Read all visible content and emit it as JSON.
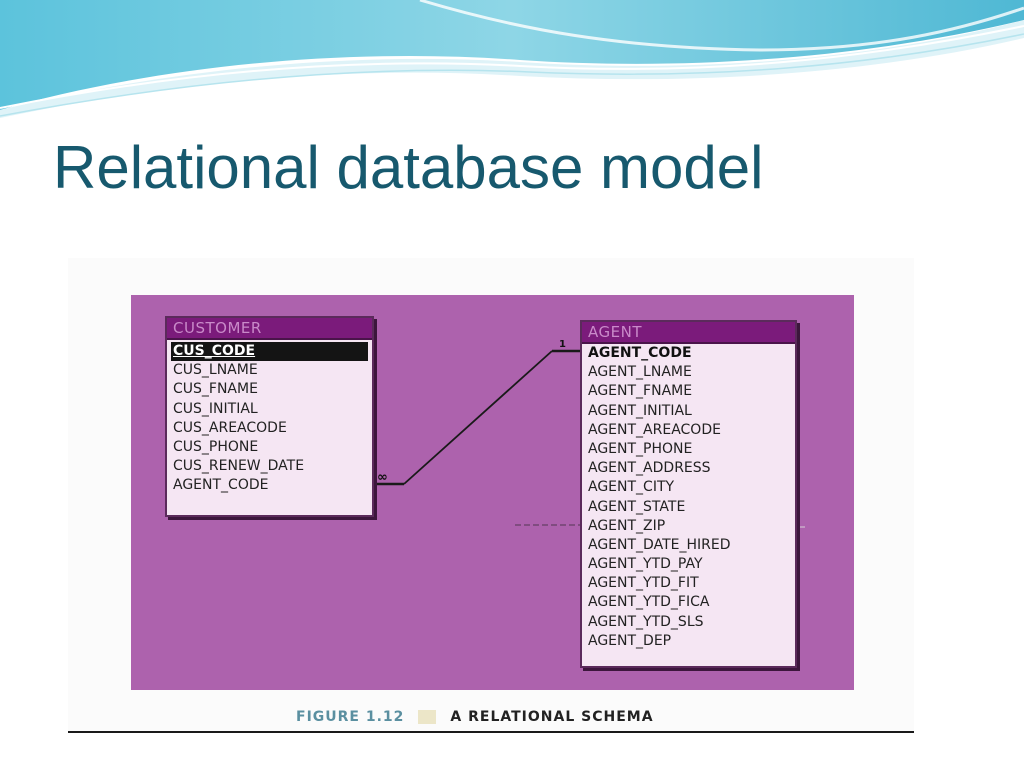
{
  "slide": {
    "title": "Relational database model"
  },
  "diagram": {
    "customer_table": {
      "name": "CUSTOMER",
      "fields": [
        "CUS_CODE",
        "CUS_LNAME",
        "CUS_FNAME",
        "CUS_INITIAL",
        "CUS_AREACODE",
        "CUS_PHONE",
        "CUS_RENEW_DATE",
        "AGENT_CODE"
      ]
    },
    "agent_table": {
      "name": "AGENT",
      "fields": [
        "AGENT_CODE",
        "AGENT_LNAME",
        "AGENT_FNAME",
        "AGENT_INITIAL",
        "AGENT_AREACODE",
        "AGENT_PHONE",
        "AGENT_ADDRESS",
        "AGENT_CITY",
        "AGENT_STATE",
        "AGENT_ZIP",
        "AGENT_DATE_HIRED",
        "AGENT_YTD_PAY",
        "AGENT_YTD_FIT",
        "AGENT_YTD_FICA",
        "AGENT_YTD_SLS",
        "AGENT_DEP"
      ]
    },
    "relationship": {
      "one_label": "1",
      "many_label": "∞"
    }
  },
  "caption": {
    "figure_number": "FIGURE 1.12",
    "figure_title": "A RELATIONAL SCHEMA"
  },
  "colors": {
    "title": "#17596e",
    "canvas": "#ad62ad",
    "table_header": "#7b1b7b",
    "table_body": "#f5e6f3"
  }
}
